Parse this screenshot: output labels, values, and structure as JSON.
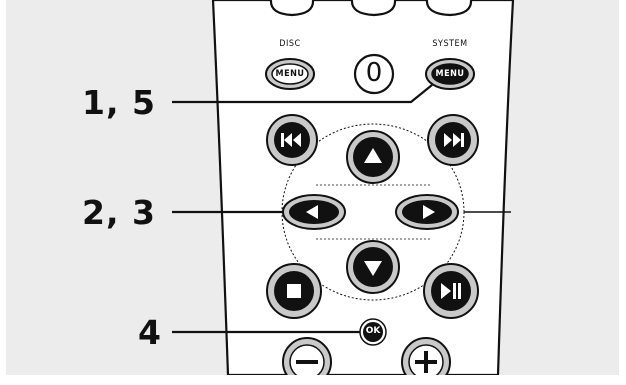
{
  "figure": {
    "background": "#ececec",
    "remote_fill": "#ffffff",
    "button_gray": "#c9c9c9",
    "ink": "#111111"
  },
  "buttons": {
    "disc_label": "DISC",
    "system_label": "SYSTEM",
    "disc_menu": "MENU",
    "system_menu": "MENU",
    "zero": "0",
    "ok": "OK"
  },
  "callouts": {
    "menu_steps": "1, 5",
    "nav_steps": "2, 3",
    "ok_step": "4"
  },
  "icons": [
    "previous-icon",
    "next-icon",
    "up-arrow-icon",
    "down-arrow-icon",
    "left-arrow-icon",
    "right-arrow-icon",
    "stop-icon",
    "play-pause-icon",
    "minus-icon",
    "plus-icon"
  ]
}
